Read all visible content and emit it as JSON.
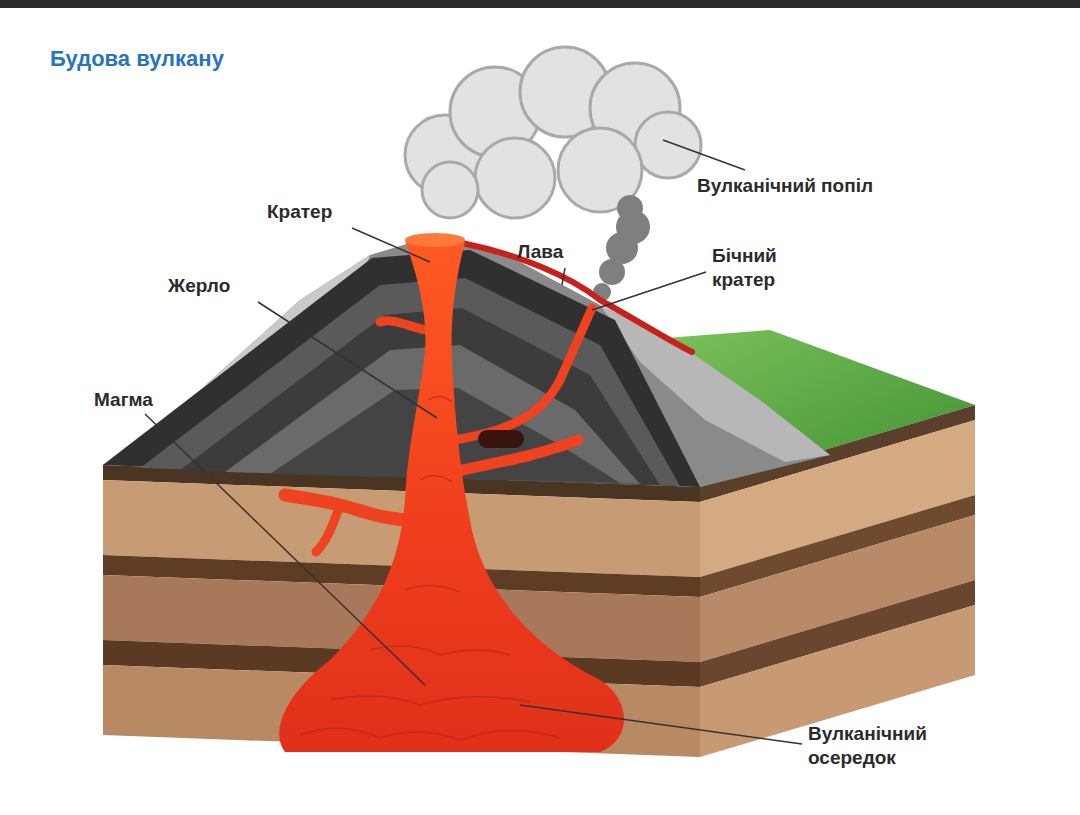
{
  "diagram": {
    "title": "Будова вулкану",
    "labels": [
      "Вулканічний попіл",
      "Кратер",
      "Лава",
      "Бічний кратер",
      "Жерло",
      "Магма",
      "Вулканічний осередок"
    ]
  }
}
